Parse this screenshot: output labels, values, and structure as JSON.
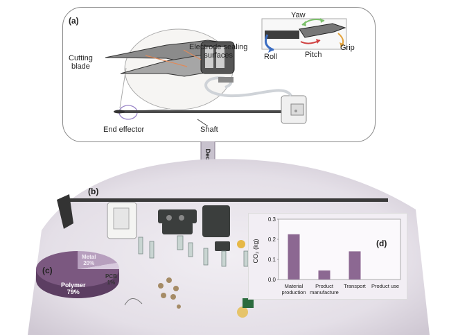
{
  "panel_a": {
    "label": "(a)",
    "cutting_blade": "Cutting\nblade",
    "electrode": "Electrode sealing\nsurfaces",
    "end_effector": "End effector",
    "shaft": "Shaft",
    "yaw": "Yaw",
    "roll": "Roll",
    "pitch": "Pitch",
    "grip": "Grip"
  },
  "arrow_label": "Decomposition",
  "panel_b": {
    "label": "(b)"
  },
  "panel_c": {
    "label": "(c)",
    "slices": [
      {
        "name": "Polymer",
        "value": 79,
        "color": "#7b5880"
      },
      {
        "name": "Metal",
        "value": 20,
        "color": "#b79fbe"
      },
      {
        "name": "PCB",
        "value": 1,
        "color": "#d8cade"
      }
    ],
    "labels": {
      "polymer": "Polymer\n79%",
      "metal": "Metal\n20%",
      "pcb": "PCB\n1%"
    }
  },
  "panel_d": {
    "label": "(d)"
  },
  "chart_data": {
    "type": "bar",
    "categories": [
      "Material\nproduction",
      "Product\nmanufacture",
      "Transport",
      "Product use"
    ],
    "values": [
      0.225,
      0.045,
      0.14,
      0
    ],
    "title": "",
    "xlabel": "",
    "ylabel": "CO₂ (kg)",
    "ylim": [
      0,
      0.3
    ],
    "yticks": [
      "0.0",
      "0.1",
      "0.2",
      "0.3"
    ],
    "bar_color": "#8c6892"
  }
}
